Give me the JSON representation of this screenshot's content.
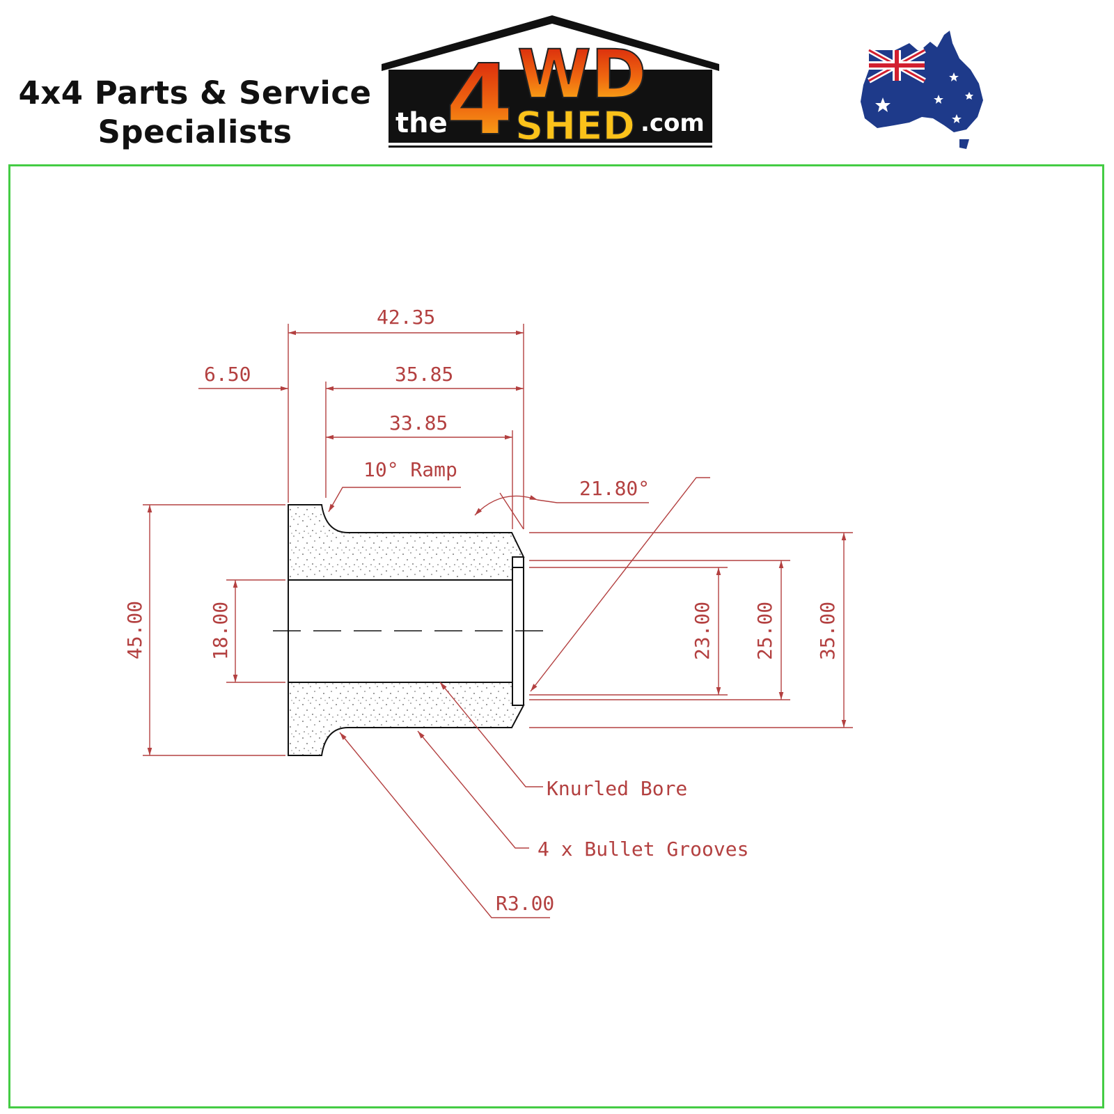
{
  "header": {
    "tagline_line1": "4x4 Parts & Service",
    "tagline_line2": "Specialists",
    "logo": {
      "prefix": "the",
      "number": "4",
      "letters": "WD",
      "word": "SHED",
      "suffix": ".com"
    },
    "flag_icon": "australia-map-flag-icon"
  },
  "drawing": {
    "line_color": "#b34040",
    "dimensions": {
      "overall_length": "42.35",
      "flange_thickness": "6.50",
      "body_length": "35.85",
      "groove_length": "33.85",
      "ramp_label": "10° Ramp",
      "chamfer_angle": "21.80°",
      "flange_diameter": "45.00",
      "bore_diameter": "18.00",
      "dia_23": "23.00",
      "dia_25": "25.00",
      "dia_35": "35.00",
      "radius": "R3.00"
    },
    "callouts": {
      "knurled_bore": "Knurled Bore",
      "bullet_grooves": "4 x Bullet Grooves"
    }
  }
}
